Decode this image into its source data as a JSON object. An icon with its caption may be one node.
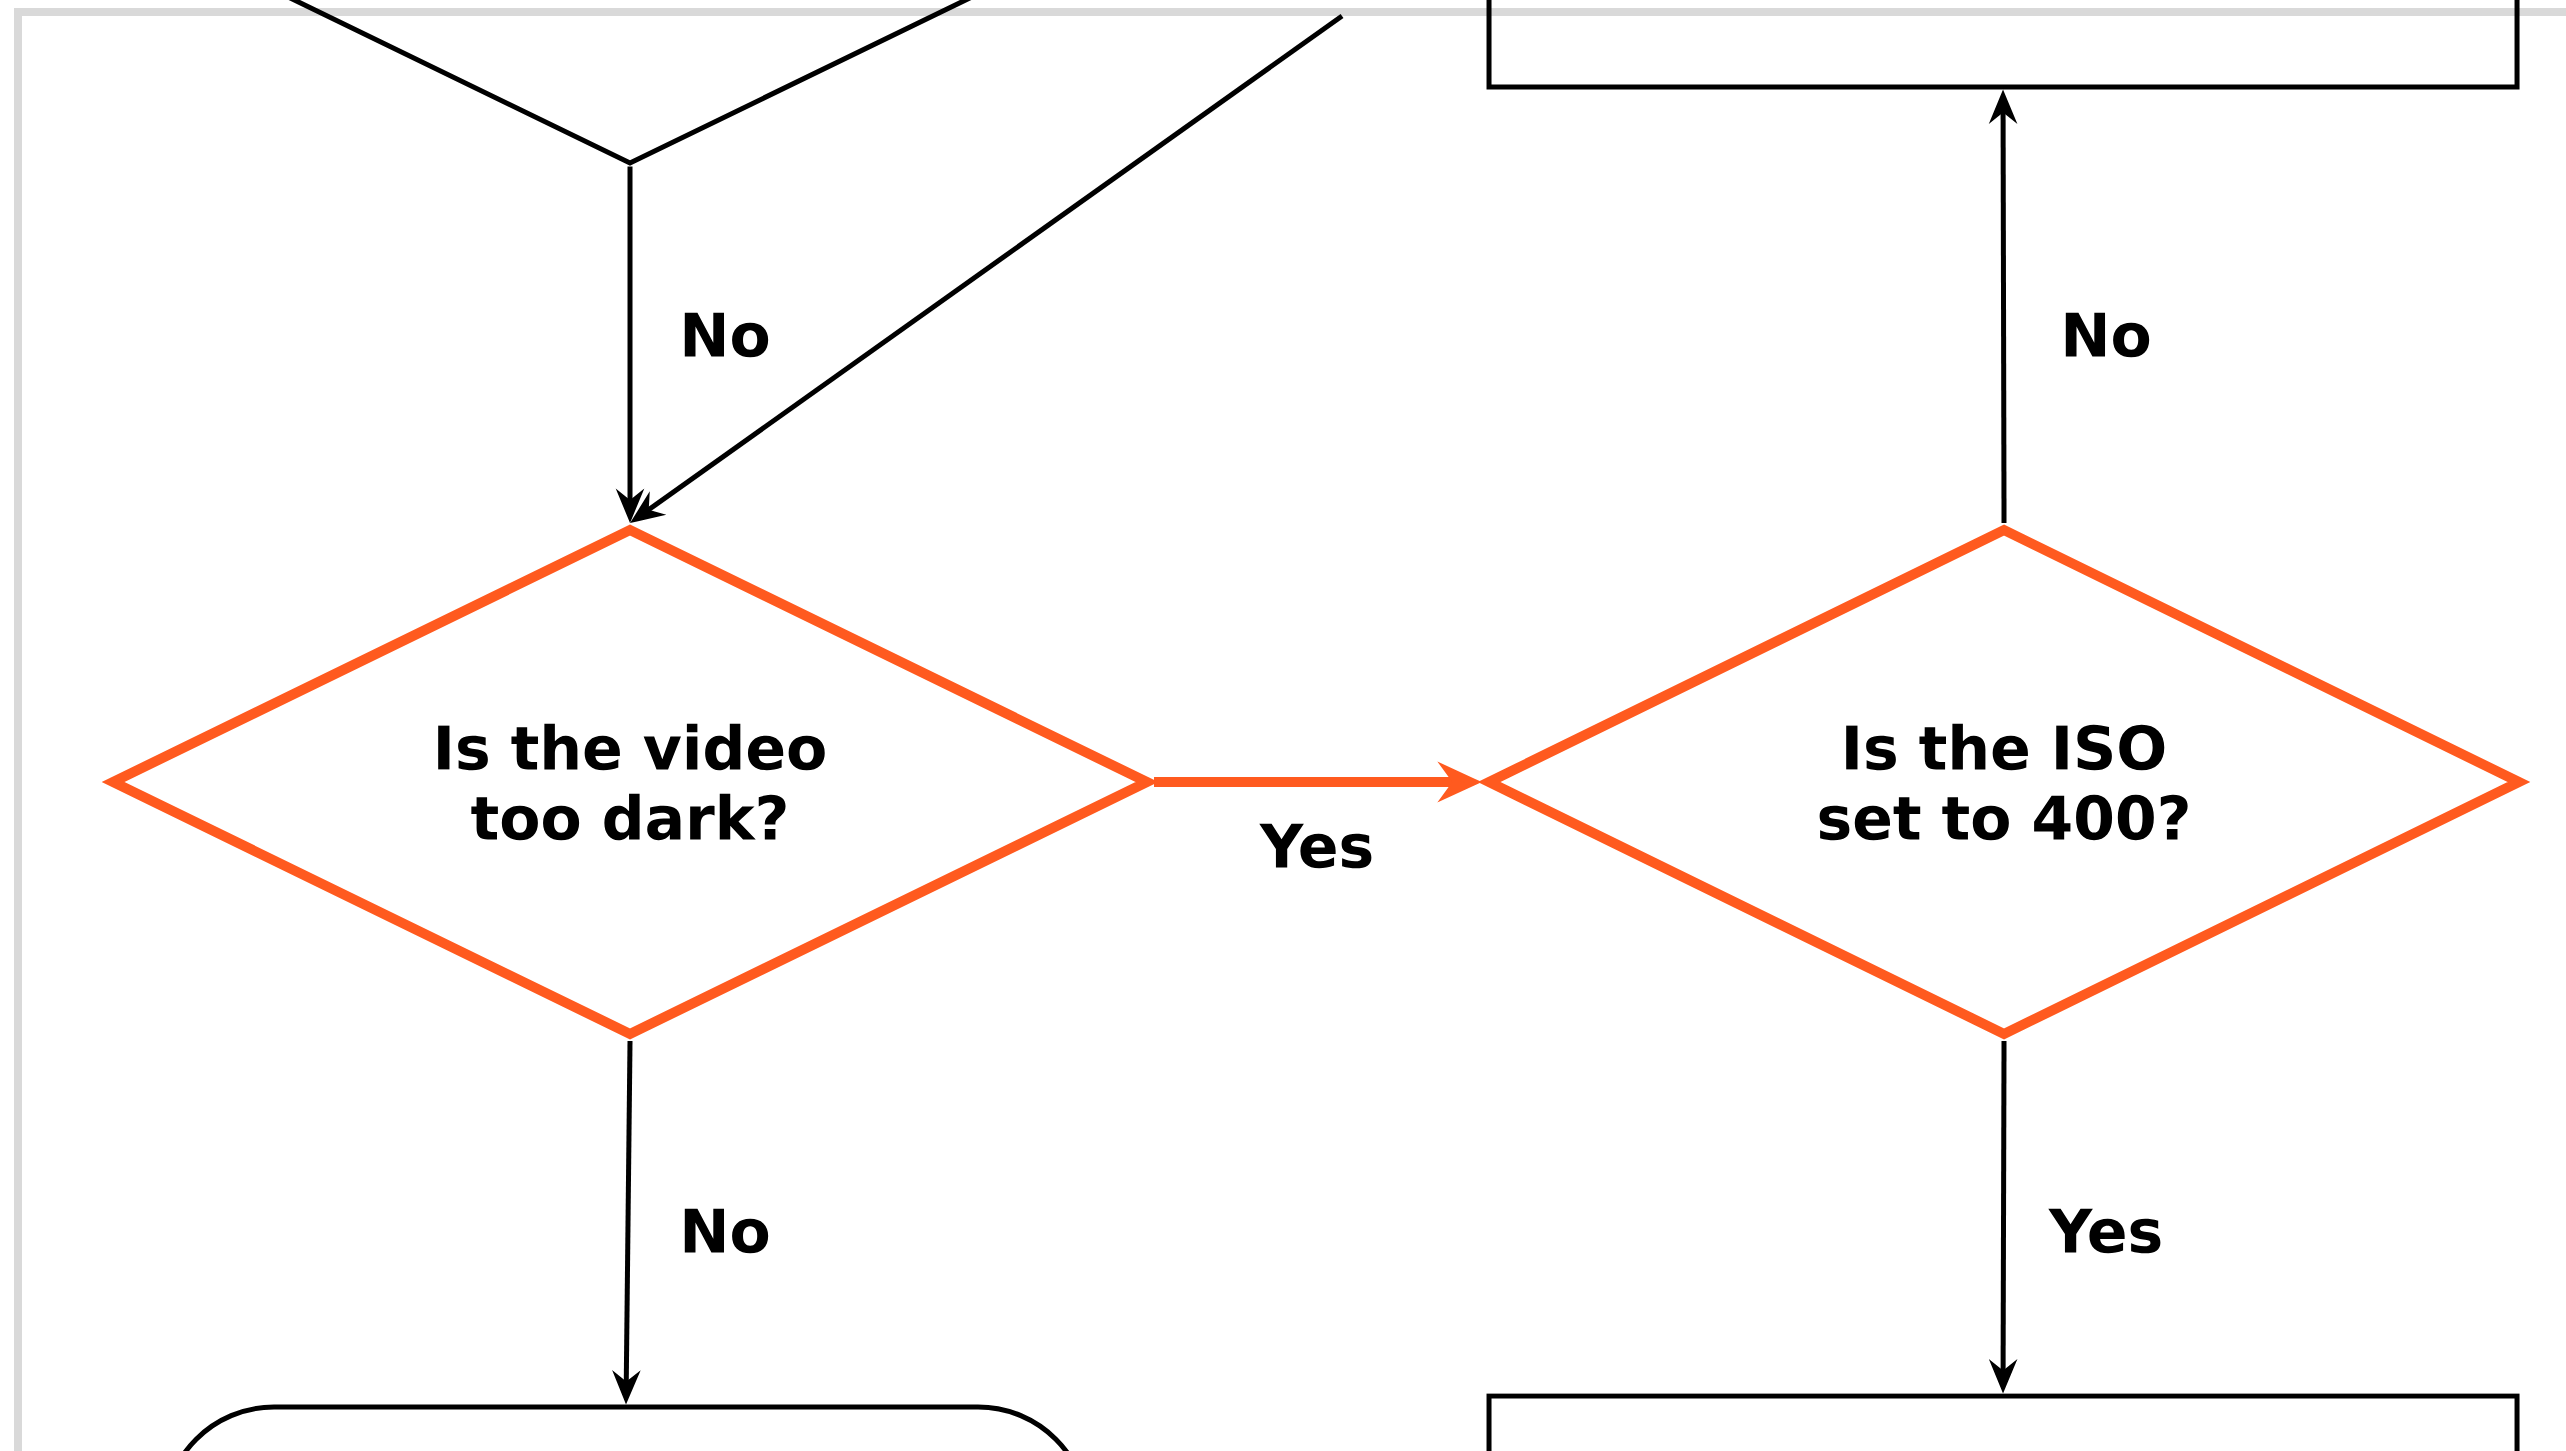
{
  "diagram": {
    "nodes": [
      {
        "text": [],
        "shape": "diamond"
      },
      {
        "text": [],
        "shape": "box"
      },
      {
        "text": [
          "Is the video too dark?"
        ]
      },
      {
        "text": [
          "Is the ISO set to 400?"
        ]
      },
      {
        "text": [],
        "shape": "box"
      },
      {
        "text": [],
        "shape": "box"
      }
    ],
    "edges": [
      {
        "from": 0,
        "to": 2,
        "arrow": "to",
        "label": "No"
      },
      {
        "from": null,
        "to": 2,
        "arrow": "to"
      },
      {
        "from": 2,
        "to": 3,
        "arrow": "to",
        "label": "Yes",
        "style": "thick",
        "color": "#ff5a1f"
      },
      {
        "from": 3,
        "to": 1,
        "arrow": "to",
        "label": "No"
      },
      {
        "from": 2,
        "to": 4,
        "arrow": "to",
        "label": "No"
      },
      {
        "from": 3,
        "to": 5,
        "arrow": "to",
        "label": "Yes"
      }
    ]
  }
}
